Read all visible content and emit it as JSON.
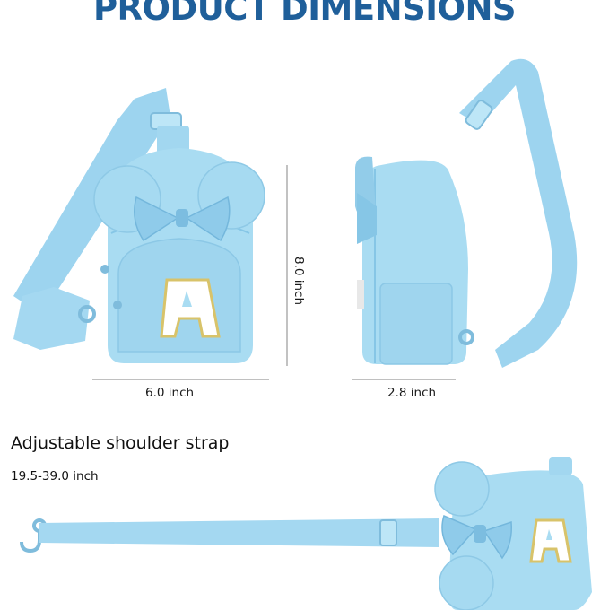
{
  "title": "PRODUCT DIMENSIONS",
  "front": {
    "width_label": "6.0 inch",
    "height_label": "8.0 inch"
  },
  "side": {
    "depth_label": "2.8 inch"
  },
  "strap": {
    "heading": "Adjustable shoulder strap",
    "length_label": "19.5-39.0 inch"
  },
  "patch_letter": "A",
  "colors": {
    "title": "#1f5f9a",
    "bag": "#a9dcf2",
    "bag_dark": "#86c6e6",
    "strap": "#9dd4ef",
    "dimension_line": "#9a9a9a",
    "patch_border": "#d8c36a"
  },
  "icons": [
    "bow-icon",
    "zipper-pull-icon",
    "letter-patch-icon",
    "buckle-icon",
    "clip-hook-icon"
  ]
}
